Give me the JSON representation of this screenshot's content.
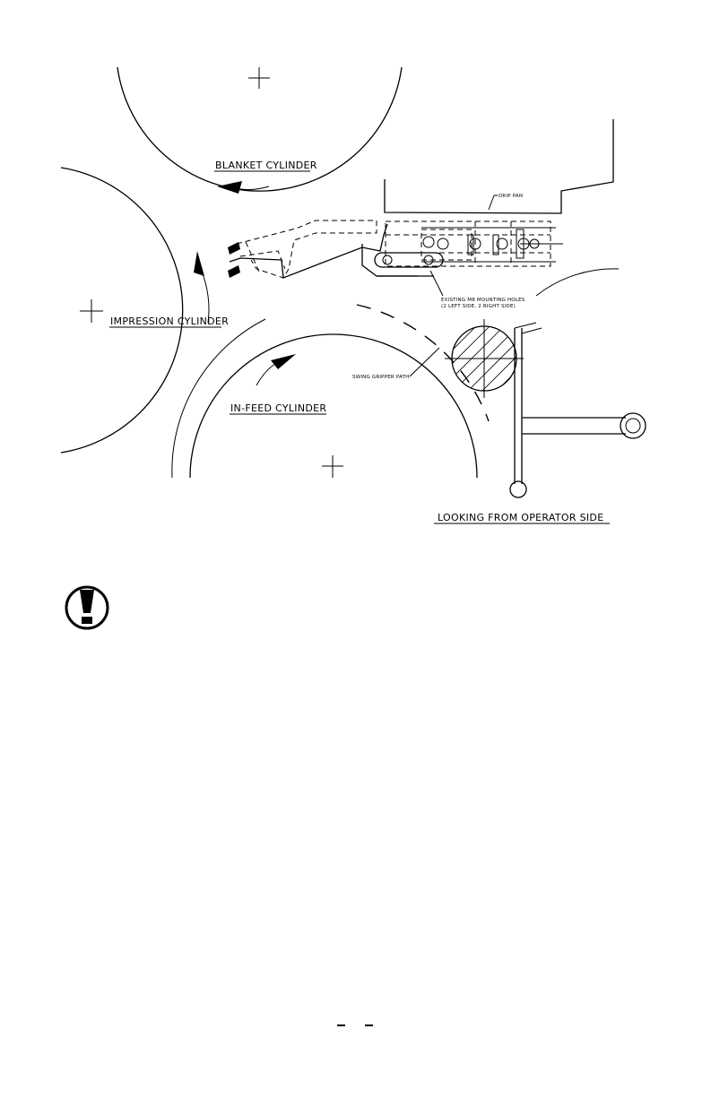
{
  "labels": {
    "blanket_cylinder": "BLANKET CYLINDER",
    "impression_cylinder": "IMPRESSION CYLINDER",
    "infeed_cylinder": "IN-FEED CYLINDER",
    "view_note": "LOOKING FROM OPERATOR SIDE",
    "drip_pan": "DRIP PAN",
    "swing_gripper_path": "SWING GRIPPER PATH",
    "mounting_holes_line1": "EXISTING M8 MOUNTING HOLES",
    "mounting_holes_line2": "(2 LEFT SIDE, 2 RIGHT SIDE)"
  },
  "icons": {
    "caution": "exclamation-caution-icon"
  },
  "colors": {
    "ink": "#000000",
    "paper": "#ffffff"
  }
}
